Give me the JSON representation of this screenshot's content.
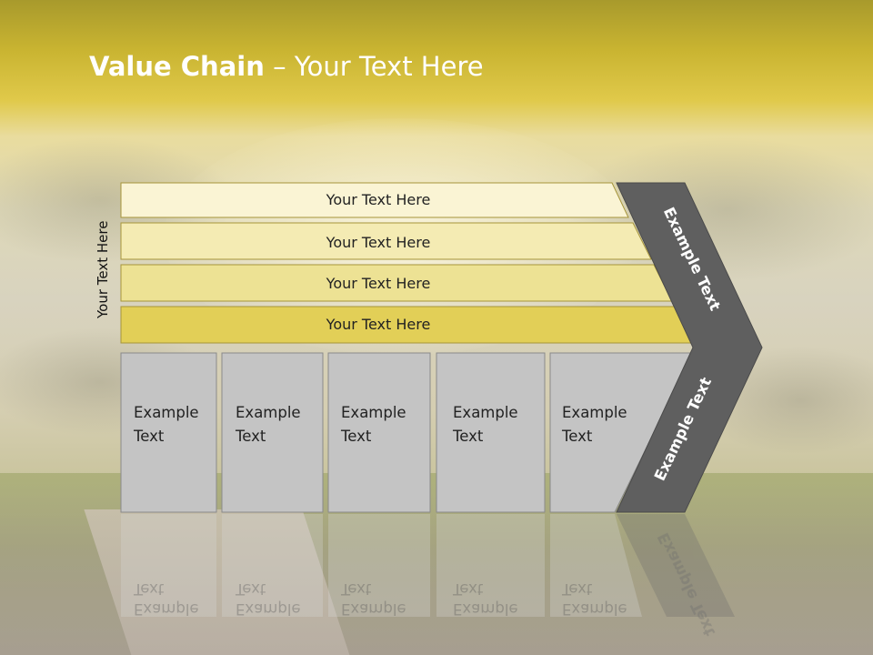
{
  "title": {
    "bold": "Value Chain",
    "rest": " – Your Text Here"
  },
  "side_label": "Your Text Here",
  "support_bars": [
    "Your Text Here",
    "Your Text Here",
    "Your Text Here",
    "Your Text Here"
  ],
  "activities": [
    {
      "line1": "Example",
      "line2": "Text"
    },
    {
      "line1": "Example",
      "line2": "Text"
    },
    {
      "line1": "Example",
      "line2": "Text"
    },
    {
      "line1": "Example",
      "line2": "Text"
    },
    {
      "line1": "Example",
      "line2": "Text"
    }
  ],
  "chevron": {
    "upper": "Example Text",
    "lower": "Example Text"
  },
  "colors": {
    "bar_1": "#faf4d4",
    "bar_2": "#f4ebb3",
    "bar_3": "#ede294",
    "bar_4": "#e2cf57",
    "bar_border": "#a6953a",
    "box_fill": "#c4c4c4",
    "box_border": "#8a8a8a",
    "chevron_fill": "#5f5f5f"
  }
}
